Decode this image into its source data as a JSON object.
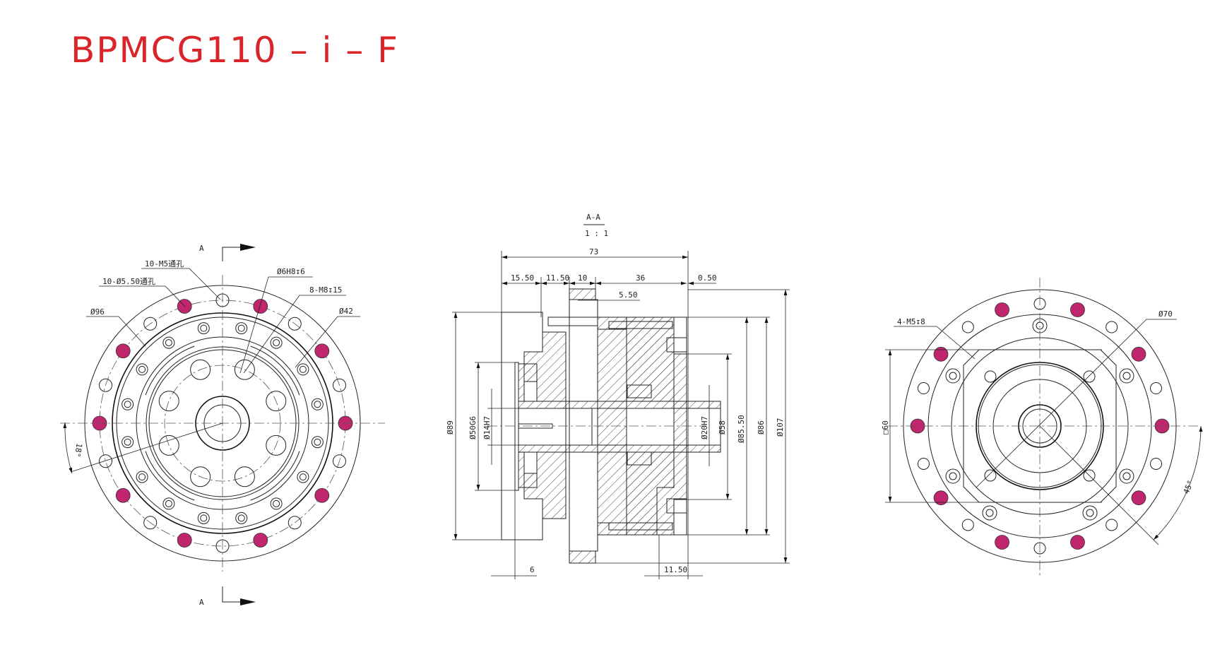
{
  "title": "BPMCG110 – i – F",
  "colors": {
    "title": "#d9252a",
    "highlight_holes": "#c0266e"
  },
  "front_view": {
    "section_mark_top": "A",
    "section_mark_bottom": "A",
    "labels": {
      "m5_through": "10-M5通孔",
      "d550_through": "10-Ø5.50通孔",
      "d96": "Ø96",
      "d6h8": "Ø6H8↧6",
      "m8": "8-M8↧15",
      "d42": "Ø42",
      "angle": "18°"
    }
  },
  "section_view": {
    "name": "A-A",
    "scale": "1 : 1",
    "horizontal_dims": {
      "total": "73",
      "d1": "15.50",
      "d2": "11.50",
      "d3": "10",
      "d4": "36",
      "d5": "0.50",
      "d6": "5.50",
      "bottom_left": "6",
      "bottom_right": "11.50"
    },
    "vertical_dims": {
      "d89": "Ø89",
      "d50g6": "Ø50G6",
      "d14h7": "Ø14H7",
      "d20h7": "Ø20H7",
      "d58": "Ø58",
      "d85_5": "Ø85.50",
      "d86": "Ø86",
      "d107": "Ø107"
    }
  },
  "rear_view": {
    "labels": {
      "m5": "4-M5↧8",
      "d70": "Ø70",
      "square": "□60",
      "angle": "45°"
    }
  }
}
